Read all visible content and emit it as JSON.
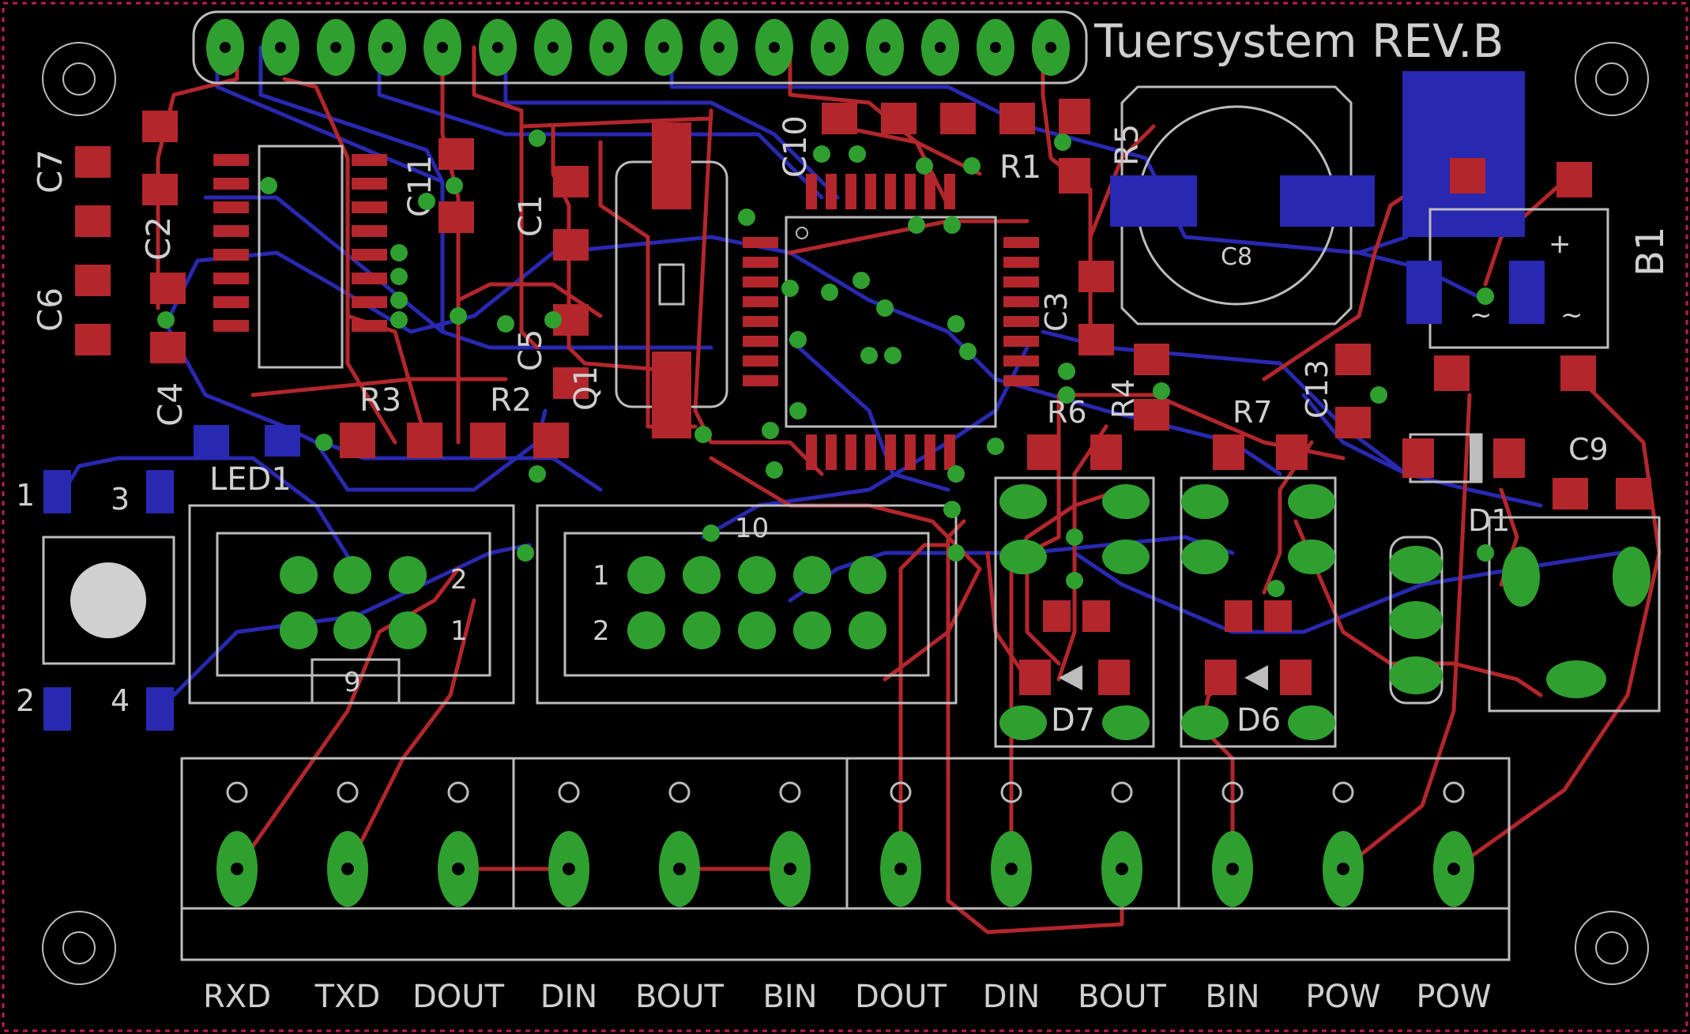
{
  "title": "Tuersystem REV.B",
  "labels": {
    "c7": "C7",
    "c6": "C6",
    "c2": "C2",
    "c4": "C4",
    "c11": "C11",
    "c1": "C1",
    "c5": "C5",
    "q1": "Q1",
    "c10": "C10",
    "r5": "R5",
    "r1": "R1",
    "c8": "C8",
    "b1": "B1",
    "c3": "C3",
    "r4": "R4",
    "r6": "R6",
    "r7": "R7",
    "c13": "C13",
    "c9": "C9",
    "d1": "D1",
    "r3": "R3",
    "r2": "R2",
    "led1": "LED1",
    "d7": "D7",
    "d6": "D6"
  },
  "switch_pins": {
    "p1": "1",
    "p3": "3",
    "p2": "2",
    "p4": "4"
  },
  "header_left": {
    "pin1": "1",
    "pin2": "2",
    "pin9": "9"
  },
  "header_right": {
    "pin1": "1",
    "pin2": "2",
    "pin10": "10"
  },
  "bridge_marks": {
    "plus": "+",
    "tilde_left": "~",
    "tilde_right": "~"
  },
  "terminal_labels": [
    "RXD",
    "TXD",
    "DOUT",
    "DIN",
    "BOUT",
    "BIN",
    "DOUT",
    "DIN",
    "BOUT",
    "BIN",
    "POW",
    "POW"
  ],
  "colors": {
    "copper_top": "#b3262c",
    "copper_bottom": "#2828b0",
    "pads": "#2fa02f",
    "silkscreen": "#cfcfcf",
    "background": "#000000"
  }
}
